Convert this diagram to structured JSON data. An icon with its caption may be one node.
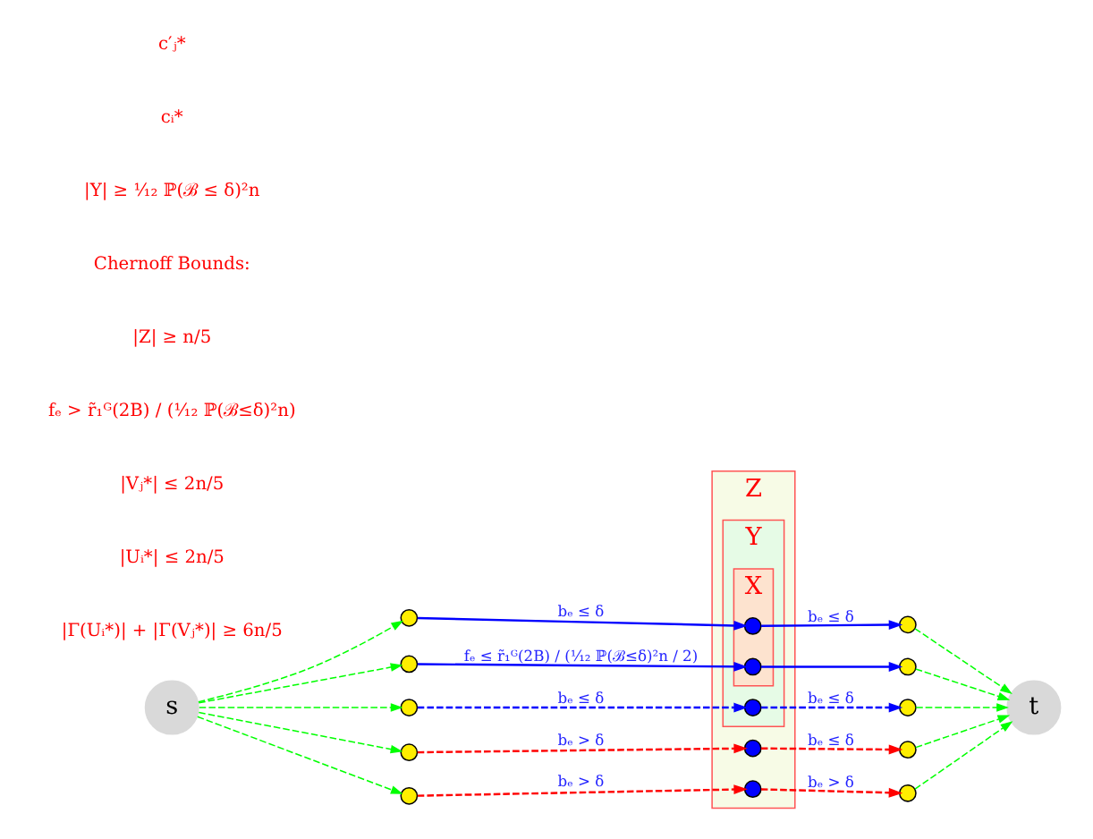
{
  "diagram": {
    "nodes": [
      {
        "text": [
          "s"
        ]
      },
      {
        "text": [],
        "shape": "circle"
      },
      {
        "text": [],
        "shape": "circle"
      },
      {
        "text": [],
        "shape": "circle"
      },
      {
        "text": [],
        "shape": "circle"
      },
      {
        "text": [],
        "shape": "circle"
      },
      {
        "text": [
          "Z"
        ]
      },
      {
        "text": [
          "Y"
        ],
        "in": 6
      },
      {
        "text": [
          "X"
        ],
        "in": 7
      },
      {
        "text": [],
        "shape": "circle",
        "in": 8
      },
      {
        "text": [],
        "shape": "circle",
        "in": 8
      },
      {
        "text": [],
        "shape": "circle",
        "in": 7
      },
      {
        "text": [],
        "shape": "circle",
        "in": 6
      },
      {
        "text": [],
        "shape": "circle",
        "in": 6
      },
      {
        "text": [],
        "shape": "circle"
      },
      {
        "text": [],
        "shape": "circle"
      },
      {
        "text": [],
        "shape": "circle"
      },
      {
        "text": [],
        "shape": "circle"
      },
      {
        "text": [],
        "shape": "circle"
      },
      {
        "text": [
          "t"
        ]
      }
    ],
    "edges": [
      {
        "from": 0,
        "to": 1,
        "arrow": "to",
        "style": "dashed"
      },
      {
        "from": 0,
        "to": 2,
        "arrow": "to",
        "style": "dashed"
      },
      {
        "from": 0,
        "to": 3,
        "arrow": "to",
        "style": "dashed"
      },
      {
        "from": 0,
        "to": 4,
        "arrow": "to",
        "style": "dashed"
      },
      {
        "from": 0,
        "to": 5,
        "arrow": "to",
        "style": "dashed"
      },
      {
        "from": 1,
        "to": 9,
        "arrow": "to",
        "label": "bₑ ≤ δ",
        "color": "#0000ff"
      },
      {
        "from": 2,
        "to": 10,
        "arrow": "to",
        "label": "fₑ ≤ r̃₁ᴳ(2B) / (¹⁄₁₂ ℙ(ℬ≤δ)²n / 2)",
        "color": "#0000ff"
      },
      {
        "from": 3,
        "to": 11,
        "arrow": "to",
        "label": "bₑ ≤ δ",
        "style": "dashed",
        "color": "#0000ff"
      },
      {
        "from": 4,
        "to": 12,
        "arrow": "to",
        "label": "bₑ > δ",
        "style": "dashed",
        "color": "#ff0000"
      },
      {
        "from": 5,
        "to": 13,
        "arrow": "to",
        "label": "bₑ > δ",
        "style": "dashed",
        "color": "#ff0000"
      },
      {
        "from": 9,
        "to": 14,
        "arrow": "to",
        "label": "bₑ ≤ δ",
        "color": "#0000ff"
      },
      {
        "from": 10,
        "to": 15,
        "arrow": "to",
        "color": "#0000ff"
      },
      {
        "from": 11,
        "to": 16,
        "arrow": "to",
        "label": "bₑ ≤ δ",
        "style": "dashed",
        "color": "#0000ff"
      },
      {
        "from": 12,
        "to": 17,
        "arrow": "to",
        "label": "bₑ ≤ δ",
        "style": "dashed",
        "color": "#ff0000"
      },
      {
        "from": 13,
        "to": 18,
        "arrow": "to",
        "label": "bₑ > δ",
        "style": "dashed",
        "color": "#ff0000"
      },
      {
        "from": 14,
        "to": 19,
        "arrow": "to",
        "style": "dashed"
      },
      {
        "from": 15,
        "to": 19,
        "arrow": "to",
        "style": "dashed"
      },
      {
        "from": 16,
        "to": 19,
        "arrow": "to",
        "style": "dashed"
      },
      {
        "from": 17,
        "to": 19,
        "arrow": "to",
        "style": "dashed"
      },
      {
        "from": 18,
        "to": 19,
        "arrow": "to",
        "style": "dashed"
      }
    ],
    "labels": [
      "|Γ(Uᵢ*)| + |Γ(Vⱼ*)| ≥ 6n/5",
      "|Uᵢ*| ≤ 2n/5",
      "|Vⱼ*| ≤ 2n/5",
      "fₑ > r̃₁ᴳ(2B) / (¹⁄₁₂ ℙ(ℬ≤δ)²n)",
      "|Z| ≥ n/5",
      "Chernoff Bounds:",
      "|Y| ≥ ¹⁄₁₂ ℙ(ℬ ≤ δ)²n",
      "cᵢ*",
      "c′ⱼ*"
    ]
  }
}
